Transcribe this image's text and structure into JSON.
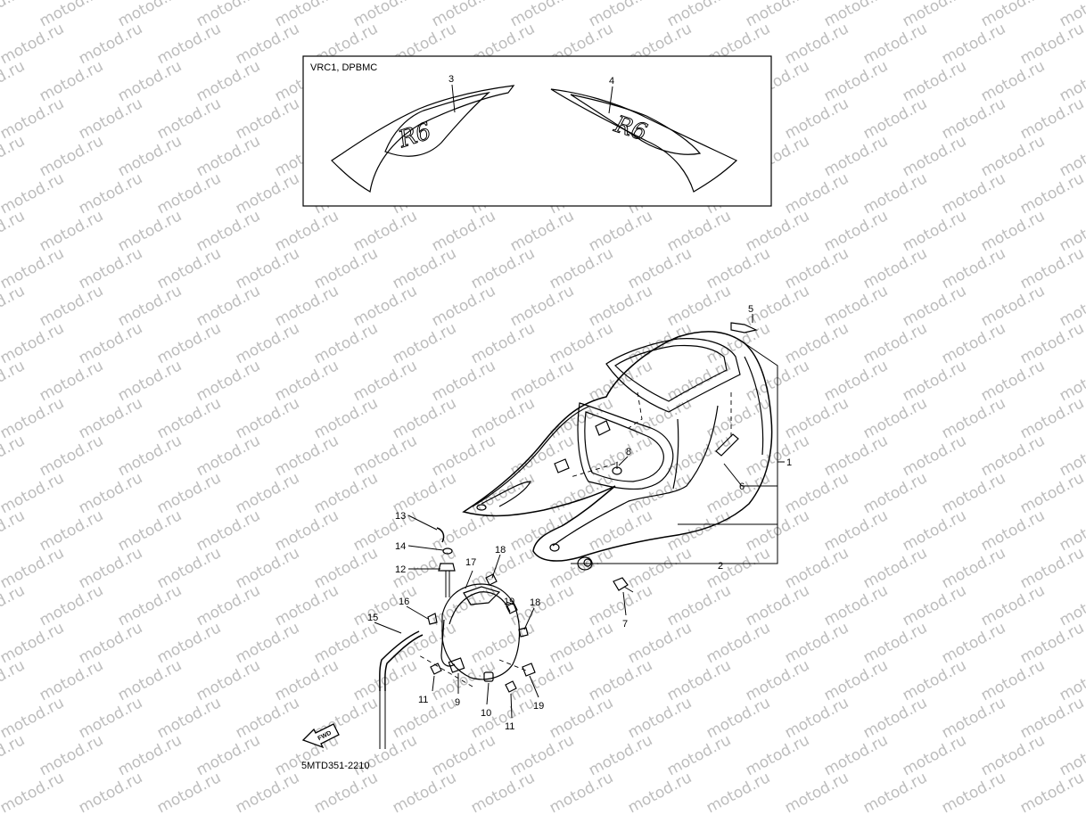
{
  "inset": {
    "title": "VRC1, DPBMC"
  },
  "diagram_code": "5MTD351-2210",
  "fwd_label": "FWD",
  "watermark": "motod.ru",
  "callouts": {
    "c1": "1",
    "c2": "2",
    "c3": "3",
    "c4": "4",
    "c5": "5",
    "c6": "6",
    "c7": "7",
    "c8": "8",
    "c9": "9",
    "c10": "10",
    "c11a": "11",
    "c11b": "11",
    "c12": "12",
    "c13": "13",
    "c14": "14",
    "c15": "15",
    "c16": "16",
    "c17": "17",
    "c18a": "18",
    "c18b": "18",
    "c19a": "19",
    "c19b": "19"
  }
}
